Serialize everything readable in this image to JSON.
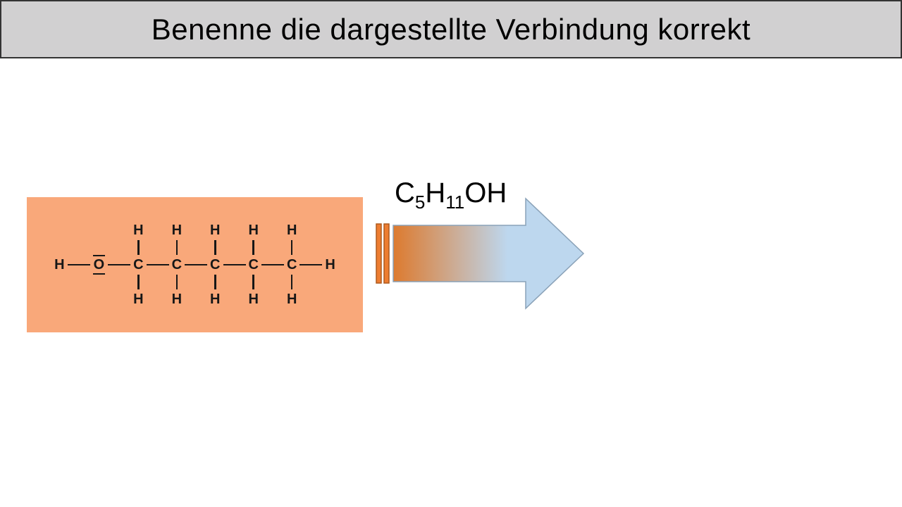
{
  "header": {
    "title": "Benenne die dargestellte Verbindung korrekt"
  },
  "structure": {
    "left_h": "H",
    "oxygen": "O",
    "right_h": "H",
    "carbons": [
      {
        "label": "C",
        "top": "H",
        "bottom": "H"
      },
      {
        "label": "C",
        "top": "H",
        "bottom": "H"
      },
      {
        "label": "C",
        "top": "H",
        "bottom": "H"
      },
      {
        "label": "C",
        "top": "H",
        "bottom": "H"
      },
      {
        "label": "C",
        "top": "H",
        "bottom": "H"
      }
    ]
  },
  "formula": {
    "c": "C",
    "c_sub": "5",
    "h": "H",
    "h_sub": "11",
    "oh": "OH"
  },
  "colors": {
    "banner_bg": "#d1d0d1",
    "panel_bg": "#f9a87a",
    "bar_fill": "#ed7d31",
    "bar_stroke": "#ad5a1e",
    "arrow_gradient_start": "#dd7a2e",
    "arrow_gradient_end": "#bdd7ee",
    "arrow_stroke": "#8aa2b8"
  }
}
